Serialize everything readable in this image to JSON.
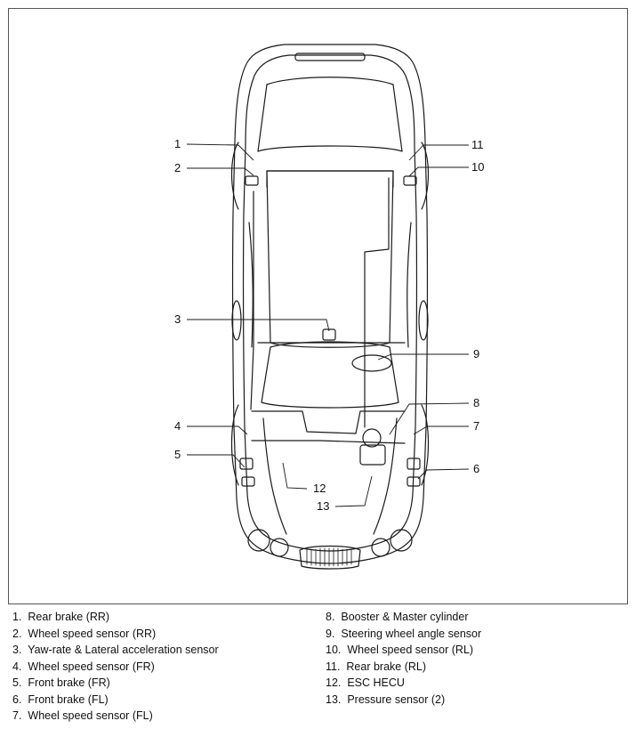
{
  "callouts": [
    "1",
    "2",
    "3",
    "4",
    "5",
    "6",
    "7",
    "8",
    "9",
    "10",
    "11",
    "12",
    "13"
  ],
  "legend": [
    {
      "num": "1.",
      "text": "Rear brake (RR)"
    },
    {
      "num": "2.",
      "text": "Wheel speed sensor (RR)"
    },
    {
      "num": "3.",
      "text": "Yaw-rate & Lateral acceleration sensor"
    },
    {
      "num": "4.",
      "text": "Wheel speed sensor (FR)"
    },
    {
      "num": "5.",
      "text": "Front brake (FR)"
    },
    {
      "num": "6.",
      "text": "Front brake (FL)"
    },
    {
      "num": "7.",
      "text": "Wheel speed sensor (FL)"
    },
    {
      "num": "8.",
      "text": "Booster & Master cylinder"
    },
    {
      "num": "9.",
      "text": "Steering wheel angle sensor"
    },
    {
      "num": "10.",
      "text": "Wheel speed sensor (RL)"
    },
    {
      "num": "11.",
      "text": "Rear brake (RL)"
    },
    {
      "num": "12.",
      "text": "ESC HECU"
    },
    {
      "num": "13.",
      "text": "Pressure sensor (2)"
    }
  ]
}
